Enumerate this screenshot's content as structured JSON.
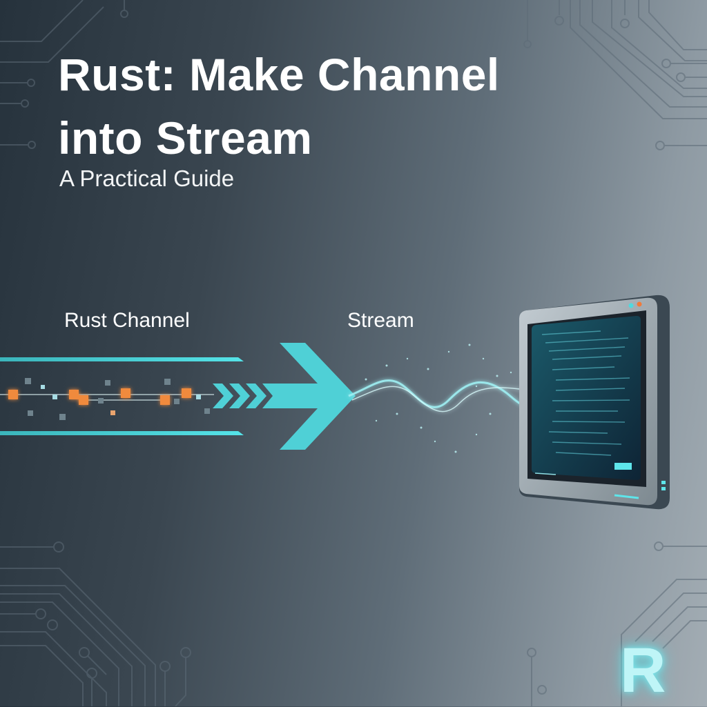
{
  "header": {
    "title_line1": "Rust: Make Channel",
    "title_line2": "into Stream",
    "subtitle": "A Practical Guide"
  },
  "diagram": {
    "left_label": "Rust Channel",
    "right_label": "Stream"
  },
  "logo": {
    "letter": "R"
  },
  "colors": {
    "accent_cyan": "#4fd9de",
    "accent_orange": "#f08a3c",
    "background_dark": "#26323c",
    "background_light": "#a3adb4"
  }
}
